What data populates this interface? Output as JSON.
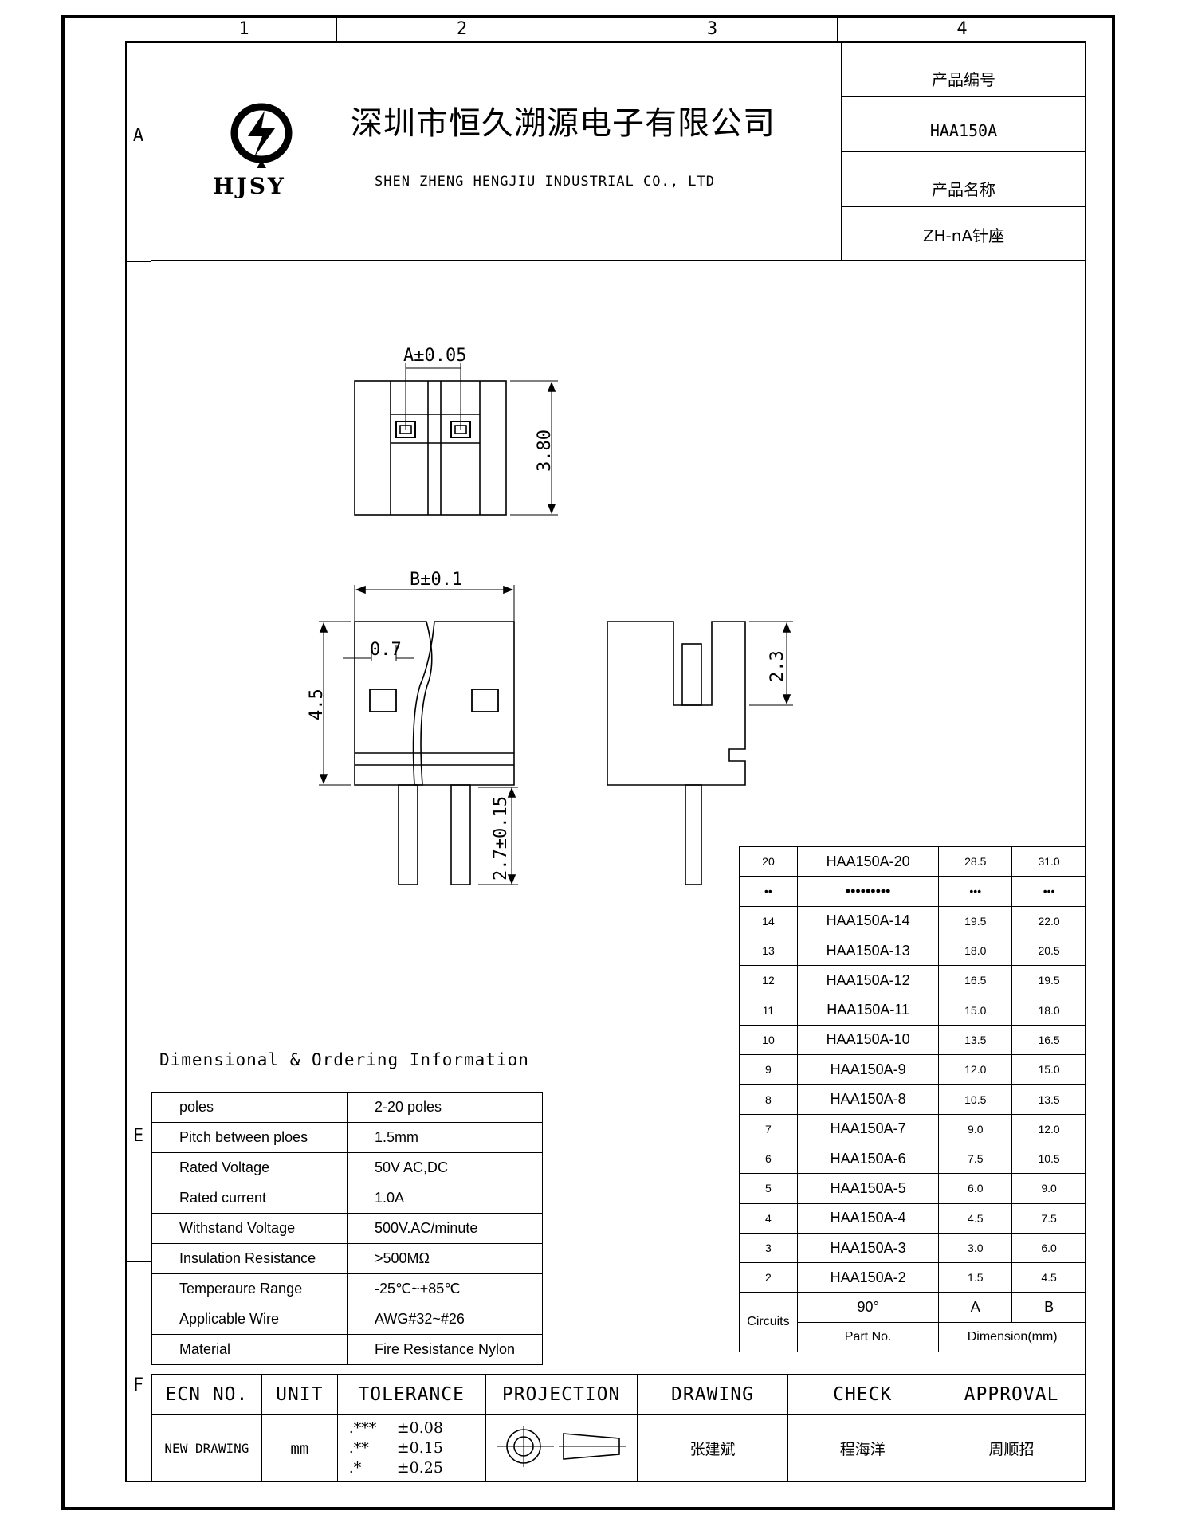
{
  "zones": {
    "columns": [
      "1",
      "2",
      "3",
      "4"
    ],
    "rows": [
      "A",
      "E",
      "F"
    ]
  },
  "company": {
    "name_cn": "深圳市恒久溯源电子有限公司",
    "name_en": "SHEN ZHENG HENGJIU INDUSTRIAL CO., LTD",
    "logo_text": "HJSY"
  },
  "product": {
    "number_label": "产品编号",
    "number": "HAA150A",
    "name_label": "产品名称",
    "name": "ZH-nA针座"
  },
  "dimensions": {
    "a_tol": "A±0.05",
    "height_top": "3.80",
    "b_tol": "B±0.1",
    "pin_width": "0.7",
    "body_height": "4.5",
    "pin_length": "2.7±0.15",
    "slot_depth": "2.3"
  },
  "spec": {
    "title": "Dimensional & Ordering Information",
    "rows": [
      {
        "label": "poles",
        "value": "2-20 poles"
      },
      {
        "label": "Pitch between ploes",
        "value": "1.5mm"
      },
      {
        "label": "Rated Voltage",
        "value": "50V AC,DC"
      },
      {
        "label": "Rated current",
        "value": "1.0A"
      },
      {
        "label": "Withstand Voltage",
        "value": "500V.AC/minute"
      },
      {
        "label": "Insulation Resistance",
        "value": ">500MΩ"
      },
      {
        "label": "Temperaure Range",
        "value": "-25℃~+85℃"
      },
      {
        "label": "Applicable Wire",
        "value": "AWG#32~#26"
      },
      {
        "label": "Material",
        "value": "Fire Resistance Nylon"
      }
    ]
  },
  "ordering": {
    "rows": [
      {
        "circuits": "20",
        "part": "HAA150A-20",
        "a": "28.5",
        "b": "31.0"
      },
      {
        "circuits": "••",
        "part": "•••••••••",
        "a": "•••",
        "b": "•••"
      },
      {
        "circuits": "14",
        "part": "HAA150A-14",
        "a": "19.5",
        "b": "22.0"
      },
      {
        "circuits": "13",
        "part": "HAA150A-13",
        "a": "18.0",
        "b": "20.5"
      },
      {
        "circuits": "12",
        "part": "HAA150A-12",
        "a": "16.5",
        "b": "19.5"
      },
      {
        "circuits": "11",
        "part": "HAA150A-11",
        "a": "15.0",
        "b": "18.0"
      },
      {
        "circuits": "10",
        "part": "HAA150A-10",
        "a": "13.5",
        "b": "16.5"
      },
      {
        "circuits": "9",
        "part": "HAA150A-9",
        "a": "12.0",
        "b": "15.0"
      },
      {
        "circuits": "8",
        "part": "HAA150A-8",
        "a": "10.5",
        "b": "13.5"
      },
      {
        "circuits": "7",
        "part": "HAA150A-7",
        "a": "9.0",
        "b": "12.0"
      },
      {
        "circuits": "6",
        "part": "HAA150A-6",
        "a": "7.5",
        "b": "10.5"
      },
      {
        "circuits": "5",
        "part": "HAA150A-5",
        "a": "6.0",
        "b": "9.0"
      },
      {
        "circuits": "4",
        "part": "HAA150A-4",
        "a": "4.5",
        "b": "7.5"
      },
      {
        "circuits": "3",
        "part": "HAA150A-3",
        "a": "3.0",
        "b": "6.0"
      },
      {
        "circuits": "2",
        "part": "HAA150A-2",
        "a": "1.5",
        "b": "4.5"
      }
    ],
    "header": {
      "circuits": "Circuits",
      "angle": "90°",
      "part": "Part No.",
      "a": "A",
      "b": "B",
      "dimension": "Dimension(mm)"
    }
  },
  "bottom": {
    "headers": [
      "ECN NO.",
      "UNIT",
      "TOLERANCE",
      "PROJECTION",
      "DRAWING",
      "CHECK",
      "APPROVAL"
    ],
    "ecn": "NEW DRAWING",
    "unit": "mm",
    "tolerances": [
      {
        "digits": ".***",
        "tol": "±0.08"
      },
      {
        "digits": ".**",
        "tol": "±0.15"
      },
      {
        "digits": ".*",
        "tol": "±0.25"
      }
    ],
    "drawing": "张建斌",
    "check": "程海洋",
    "approval": "周顺招"
  }
}
